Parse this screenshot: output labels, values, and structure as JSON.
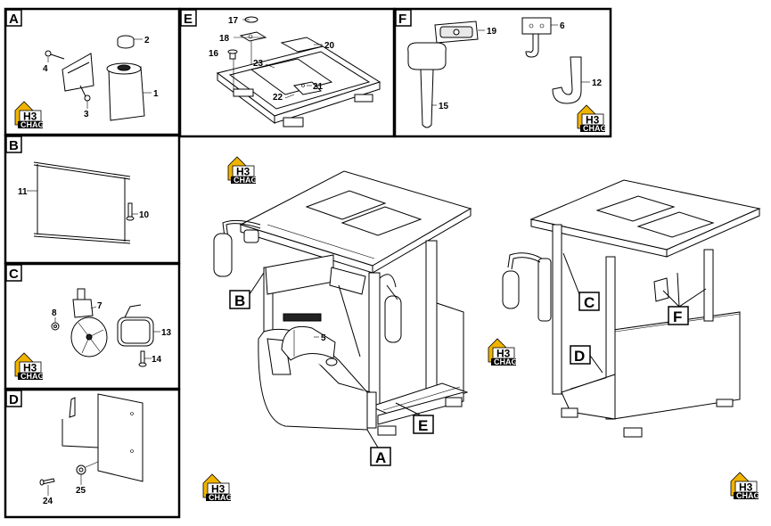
{
  "sections": {
    "a": {
      "label": "A"
    },
    "b": {
      "label": "B"
    },
    "c": {
      "label": "C"
    },
    "d": {
      "label": "D"
    },
    "e": {
      "label": "E"
    },
    "f": {
      "label": "F"
    }
  },
  "parts": {
    "p1": "1",
    "p2": "2",
    "p3": "3",
    "p4": "4",
    "p5": "5",
    "p6": "6",
    "p7": "7",
    "p8": "8",
    "p10": "10",
    "p11": "11",
    "p12": "12",
    "p13": "13",
    "p14": "14",
    "p15": "15",
    "p16": "16",
    "p17": "17",
    "p18": "18",
    "p19": "19",
    "p20": "20",
    "p21": "21",
    "p22": "22",
    "p23": "23",
    "p24": "24",
    "p25": "25"
  },
  "callouts": {
    "a": "A",
    "b": "B",
    "c": "C",
    "e": "E",
    "f": "F",
    "d": "D"
  },
  "logo": {
    "mark": "H3",
    "text": "CHAG",
    "color": "#f0b400"
  }
}
